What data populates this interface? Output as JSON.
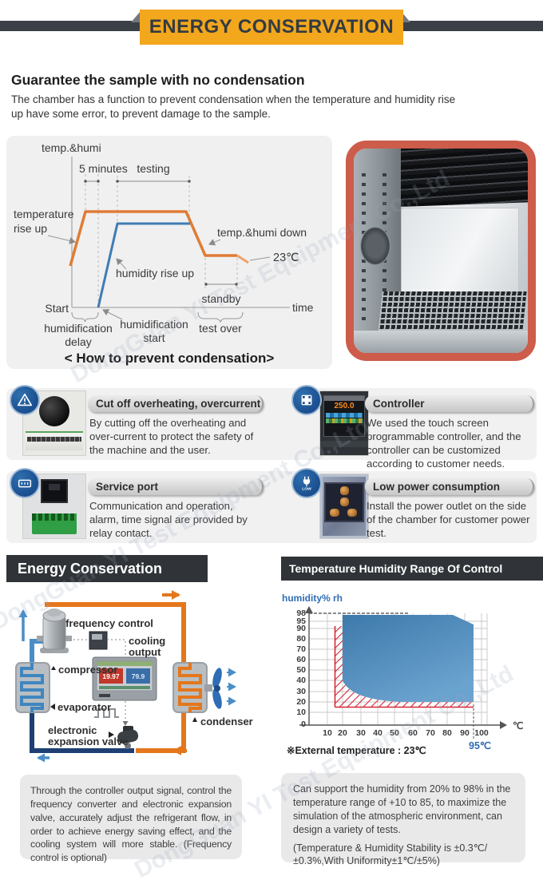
{
  "banner": {
    "title": "ENERGY CONSERVATION"
  },
  "intro": {
    "heading": "Guarantee the sample with no condensation",
    "body": "The chamber has a function to prevent condensation when the temperature and humidity rise up have some error, to prevent damage to the sample."
  },
  "features": {
    "items": [
      {
        "icon": "warning-triangle-icon",
        "title": "Cut off overheating, overcurrent",
        "body": "By cutting off the overheating and over-current to protect the safety of the machine and the user."
      },
      {
        "icon": "touch-screen-icon",
        "title": "Controller",
        "photo_value": "250.0",
        "body": "We used the touch screen programmable controller, and the controller can be customized according to customer needs."
      },
      {
        "icon": "service-port-icon",
        "title": "Service port",
        "body": "Communication and operation, alarm, time signal are provided by relay contact."
      },
      {
        "icon": "low-power-icon",
        "title": "Low power consumption",
        "icon_text": "LOW",
        "body": "Install the power outlet on the side of the chamber for customer power test."
      }
    ]
  },
  "sections": {
    "left_header": "Energy Conservation",
    "right_header": "Temperature Humidity Range Of Control"
  },
  "refrigeration": {
    "labels": {
      "frequency_control": "frequency control",
      "cooling_line1": "cooling",
      "cooling_line2": "output",
      "compressor": "compressor",
      "evaporator": "evaporator",
      "condenser": "condenser",
      "eev_line1": "electronic",
      "eev_line2": "expansion valve",
      "display_temp": "19.97",
      "display_humi": "79.9"
    }
  },
  "bottom": {
    "left_text": "Through the controller output signal, control the frequency converter and electronic expansion valve, accurately adjust the refrigerant flow, in order to achieve energy saving effect, and the cooling system will more stable. (Frequency control is optional)",
    "right_text_1": "Can support the humidity from 20% to 98% in the temperature range of +10 to 85, to maximize the simulation of the atmospheric environment, can design a variety of tests.",
    "right_text_2": "(Temperature & Humidity Stability is ±0.3℃/±0.3%,With Uniformity±1℃/±5%)"
  },
  "watermark": {
    "text": "DongGuan YI Test Equipment Co.,Ltd"
  },
  "colors": {
    "accent_yellow": "#f3a71d",
    "bar_dark": "#303438",
    "icon_blue": "#1b4f8f",
    "pipe_orange": "#e4771c",
    "pipe_blue": "#4b8ec7",
    "region_blue": "#4585b5",
    "hatch_red": "#d6293a"
  },
  "chart_data": [
    {
      "type": "line",
      "title": "< How to prevent condensation>",
      "xlabel": "time",
      "ylabel": "temp.&humi",
      "labels": {
        "y_axis": "temp.&humi",
        "x_axis": "time",
        "interval_5min": "5 minutes",
        "interval_testing": "testing",
        "temp_rise_line1": "temperature",
        "temp_rise_line2": "rise up",
        "temp_down": "temp.&humi down",
        "ambient": "23℃",
        "humidity_rise": "humidity rise up",
        "standby": "standby",
        "start": "Start",
        "hum_delay_line1": "humidification",
        "hum_delay_line2": "delay",
        "hum_start_line1": "humidification",
        "hum_start_line2": "start",
        "test_over": "test over",
        "caption": "< How to prevent condensation>"
      },
      "series": [
        {
          "name": "temperature",
          "color": "#e07b35",
          "x": [
            0,
            1.0,
            7.5,
            8.7,
            10.7,
            11.4
          ],
          "y": [
            30,
            100,
            100,
            45,
            45,
            37
          ]
        },
        {
          "name": "humidity",
          "color": "#3f7cb5",
          "x": [
            1.8,
            3.0,
            7.7
          ],
          "y": [
            0,
            85,
            85
          ]
        }
      ],
      "annotations": [
        "humidification delay: from Start until humidification start",
        "humidification starts after 5 minutes of temperature plateau",
        "after testing, temp.&humi go down to 23℃ then standby, test over"
      ]
    },
    {
      "type": "area",
      "title": "Temperature Humidity Range Of Control",
      "xlabel": "℃",
      "ylabel": "humidity% rh",
      "x_axis_unit": "℃",
      "x_ticks": [
        10,
        20,
        30,
        40,
        50,
        60,
        70,
        80,
        90,
        100
      ],
      "y_ticks": [
        0,
        10,
        20,
        30,
        40,
        50,
        60,
        70,
        80,
        90,
        95,
        98
      ],
      "y_tick_labels": [
        "98",
        "95",
        "90",
        "80",
        "70",
        "60",
        "50",
        "40",
        "30",
        "20",
        "10",
        "0"
      ],
      "x_tick_labels": [
        "10",
        "20",
        "30",
        "40",
        "50",
        "60",
        "70",
        "80",
        "90",
        "100"
      ],
      "operating_region_temp_humidity": [
        [
          20,
          97
        ],
        [
          85,
          97
        ],
        [
          95,
          92
        ],
        [
          95,
          20
        ],
        [
          55,
          20
        ],
        [
          20,
          35
        ]
      ],
      "boundary_limit": {
        "temp_min": 15,
        "humidity_min": 15,
        "humidity_max": 92
      },
      "annotation_95c": "95℃",
      "note": "※External temperature : 23℃",
      "grid": true,
      "region_color": "#4585b5",
      "boundary_color": "#d6293a"
    }
  ]
}
